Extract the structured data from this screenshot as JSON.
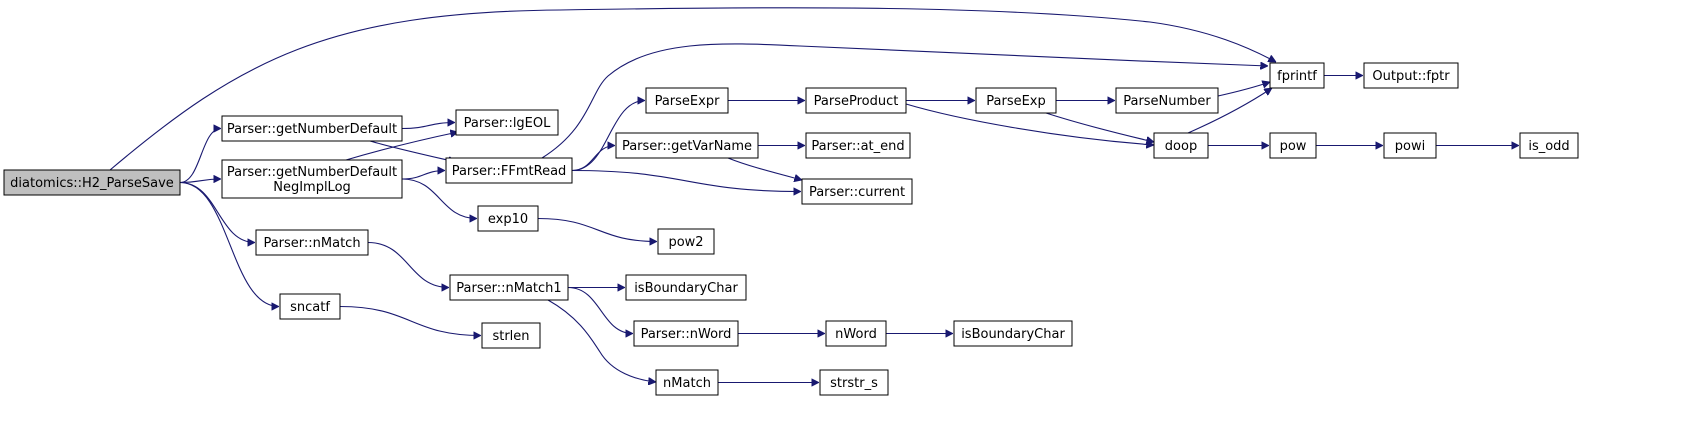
{
  "diagram": {
    "type": "call-graph",
    "edge_color": "#191970",
    "root_fill": "#bfbfbf",
    "node_fill": "#ffffff",
    "nodes": [
      {
        "id": "n0",
        "label": "diatomics::H2_ParseSave",
        "root": true
      },
      {
        "id": "n1",
        "label": "Parser::getNumberDefault"
      },
      {
        "id": "n2",
        "label": [
          "Parser::getNumberDefault",
          "NegImplLog"
        ]
      },
      {
        "id": "n3",
        "label": "Parser::nMatch"
      },
      {
        "id": "n4",
        "label": "sncatf"
      },
      {
        "id": "n5",
        "label": "fprintf"
      },
      {
        "id": "n6",
        "label": "Output::fptr"
      },
      {
        "id": "n7",
        "label": "Parser::lgEOL"
      },
      {
        "id": "n8",
        "label": "Parser::FFmtRead"
      },
      {
        "id": "n9",
        "label": "ParseExpr"
      },
      {
        "id": "n10",
        "label": "ParseProduct"
      },
      {
        "id": "n11",
        "label": "ParseExp"
      },
      {
        "id": "n12",
        "label": "ParseNumber"
      },
      {
        "id": "n13",
        "label": "doop"
      },
      {
        "id": "n14",
        "label": "pow"
      },
      {
        "id": "n15",
        "label": "powi"
      },
      {
        "id": "n16",
        "label": "is_odd"
      },
      {
        "id": "n17",
        "label": "Parser::getVarName"
      },
      {
        "id": "n18",
        "label": "Parser::at_end"
      },
      {
        "id": "n19",
        "label": "Parser::current"
      },
      {
        "id": "n20",
        "label": "exp10"
      },
      {
        "id": "n21",
        "label": "pow2"
      },
      {
        "id": "n22",
        "label": "Parser::nMatch1"
      },
      {
        "id": "n23",
        "label": "isBoundaryChar"
      },
      {
        "id": "n24",
        "label": "Parser::nWord"
      },
      {
        "id": "n25",
        "label": "nWord"
      },
      {
        "id": "n26",
        "label": "isBoundaryChar"
      },
      {
        "id": "n27",
        "label": "nMatch"
      },
      {
        "id": "n28",
        "label": "strstr_s"
      },
      {
        "id": "n29",
        "label": "strlen"
      }
    ],
    "edges": [
      [
        "n0",
        "n5"
      ],
      [
        "n0",
        "n1"
      ],
      [
        "n0",
        "n2"
      ],
      [
        "n0",
        "n3"
      ],
      [
        "n0",
        "n4"
      ],
      [
        "n1",
        "n7"
      ],
      [
        "n1",
        "n8"
      ],
      [
        "n2",
        "n7"
      ],
      [
        "n2",
        "n8"
      ],
      [
        "n2",
        "n20"
      ],
      [
        "n3",
        "n22"
      ],
      [
        "n4",
        "n29"
      ],
      [
        "n5",
        "n6"
      ],
      [
        "n8",
        "n5"
      ],
      [
        "n8",
        "n9"
      ],
      [
        "n8",
        "n17"
      ],
      [
        "n8",
        "n19"
      ],
      [
        "n9",
        "n10"
      ],
      [
        "n10",
        "n11"
      ],
      [
        "n10",
        "n13"
      ],
      [
        "n11",
        "n12"
      ],
      [
        "n11",
        "n13"
      ],
      [
        "n12",
        "n5"
      ],
      [
        "n13",
        "n5"
      ],
      [
        "n13",
        "n14"
      ],
      [
        "n14",
        "n15"
      ],
      [
        "n15",
        "n16"
      ],
      [
        "n17",
        "n18"
      ],
      [
        "n17",
        "n19"
      ],
      [
        "n20",
        "n21"
      ],
      [
        "n22",
        "n23"
      ],
      [
        "n22",
        "n24"
      ],
      [
        "n22",
        "n27"
      ],
      [
        "n24",
        "n25"
      ],
      [
        "n25",
        "n26"
      ],
      [
        "n27",
        "n28"
      ]
    ]
  }
}
